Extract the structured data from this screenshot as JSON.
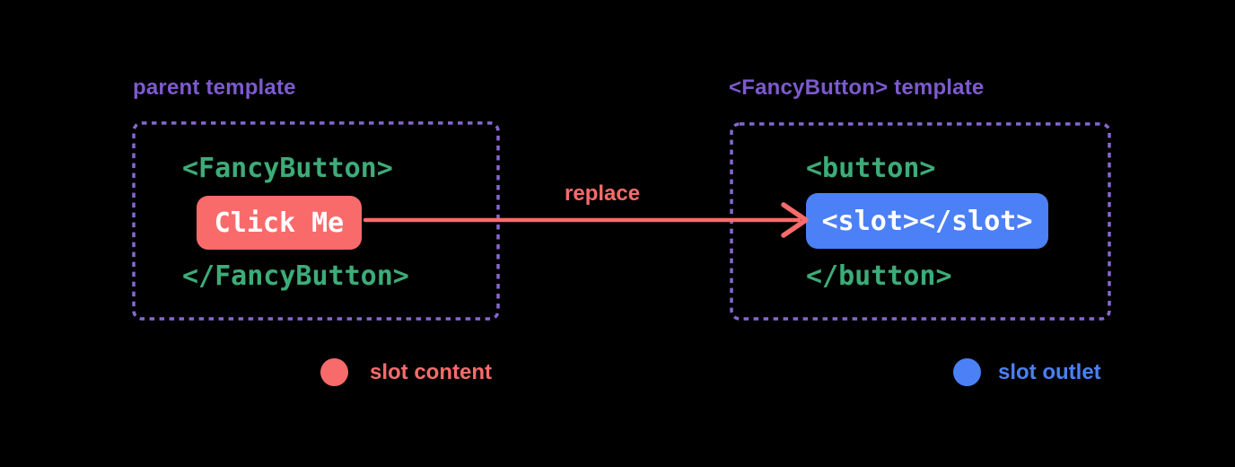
{
  "colors": {
    "background": "#000000",
    "red": "#f96b6b",
    "green": "#3dac78",
    "blue": "#4b80f6",
    "purple_text": "#7d5acd",
    "purple_border": "#8767cf",
    "white": "#ffffff"
  },
  "parent_panel": {
    "title": "parent template",
    "code_open": "<FancyButton>",
    "slot_content_label": "Click Me",
    "code_close": "</FancyButton>"
  },
  "transfer": {
    "arrow_label": "replace"
  },
  "component_panel": {
    "title": "<FancyButton> template",
    "code_open": "<button>",
    "slot_outlet_label": "<slot></slot>",
    "code_close": "</button>"
  },
  "legend": {
    "slot_content": {
      "label": "slot content",
      "color": "#f96b6b"
    },
    "slot_outlet": {
      "label": "slot outlet",
      "color": "#4b80f6"
    }
  }
}
